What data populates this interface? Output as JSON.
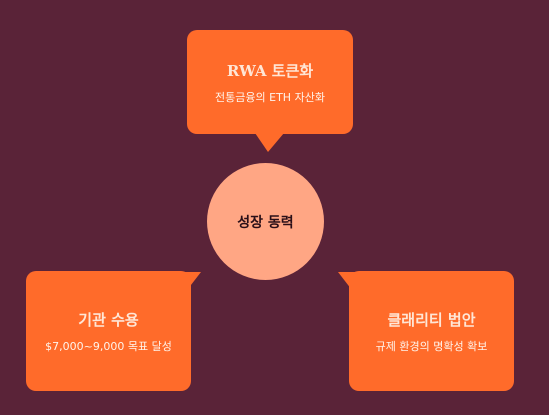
{
  "colors": {
    "background": "#5a2338",
    "card": "#ff6b2a",
    "center": "#ffa684"
  },
  "center": {
    "label": "성장 동력"
  },
  "cards": [
    {
      "title": "RWA 토큰화",
      "desc": "전통금융의 ETH 자산화"
    },
    {
      "title": "기관 수용",
      "desc": "$7,000~9,000 목표 달성"
    },
    {
      "title": "클래리티 법안",
      "desc": "규제 환경의 명확성 확보"
    }
  ]
}
